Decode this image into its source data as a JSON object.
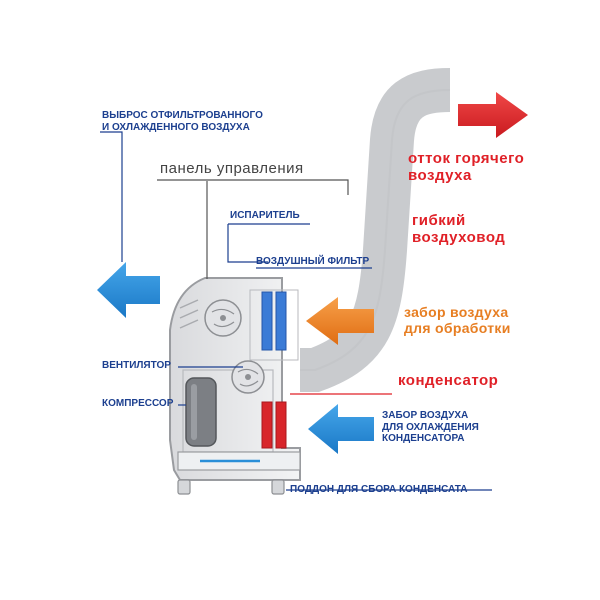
{
  "colors": {
    "blue_arrow": "#2a8fd8",
    "red_arrow": "#e02027",
    "orange_arrow": "#ef7d1a",
    "duct": "#c9cbce",
    "label_blue": "#1c3f8f",
    "label_red": "#e02027",
    "label_orange": "#e77e22"
  },
  "labels": {
    "exhaust_air": [
      "ВЫБРОС ОТФИЛЬТРОВАННОГО",
      "И ОХЛАЖДЕННОГО ВОЗДУХА"
    ],
    "control_panel": "панель управления",
    "evaporator": "ИСПАРИТЕЛЬ",
    "air_filter": "ВОЗДУШНЫЙ ФИЛЬТР",
    "fan": "ВЕНТИЛЯТОР",
    "compressor": "КОМПРЕССОР",
    "hot_air_outflow": [
      "отток горячего",
      "воздуха"
    ],
    "flexible_duct": [
      "гибкий",
      "воздуховод"
    ],
    "air_intake_processing": [
      "забор воздуха",
      "для обработки"
    ],
    "condenser": "конденсатор",
    "air_intake_condenser": [
      "ЗАБОР ВОЗДУХА",
      "ДЛЯ ОХЛАЖДЕНИЯ",
      "КОНДЕНСАТОРА"
    ],
    "condensate_tray": "ПОДДОН ДЛЯ СБОРА КОНДЕНСАТА"
  },
  "icons": [
    "blue-arrow-icon",
    "red-arrow-icon",
    "orange-arrow-icon",
    "fan-icon",
    "compressor-icon"
  ]
}
